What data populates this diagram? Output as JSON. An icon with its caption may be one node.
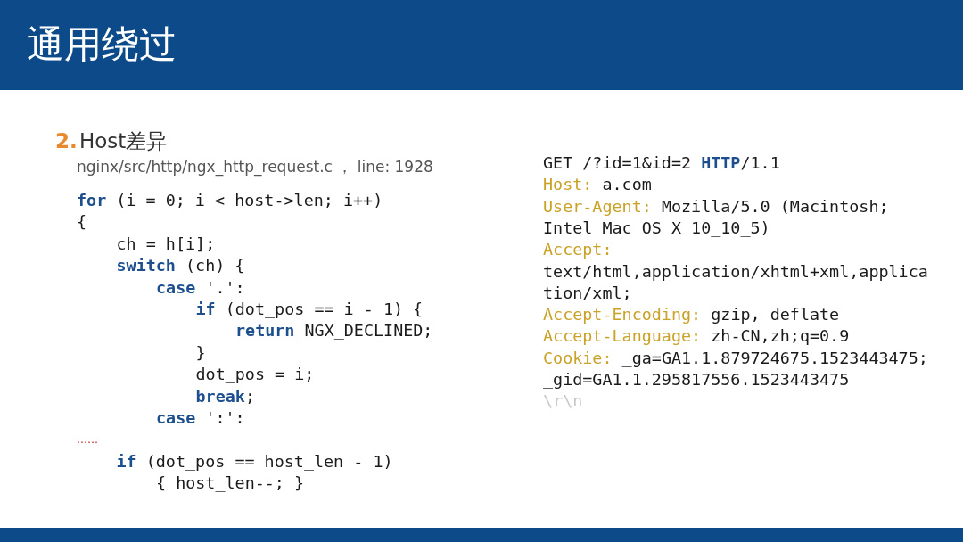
{
  "diagram": {
    "title": "通用绕过",
    "labels": [
      "2.",
      "Host差异",
      "nginx/src/http/ngx_http_request.c ， line: 1928",
      "**for** (i = 0; i < host->len; i++)",
      "{",
      "ch = h[i];",
      "**switch** (ch) {",
      "**case** '.':",
      "**if** (dot_pos == i - 1) {",
      "**return** NGX_DECLINED;",
      "}",
      "dot_pos = i;",
      "**break**;",
      "**case** ':':",
      "……",
      "**if** (dot_pos == host_len - 1)",
      "{ host_len--; }",
      "GET /?id=1&id=2 **HTTP**/1.1",
      "Host:",
      "a.com",
      "User-Agent:",
      "Mozilla/5.0 (Macintosh; Intel Mac OS X 10_10_5)",
      "Accept:",
      "text/html,application/xhtml+xml,application/xml;",
      "Accept-Encoding:",
      "gzip, deflate",
      "Accept-Language:",
      "zh-CN,zh;q=0.9",
      "Cookie:",
      "_ga=GA1.1.879724675.1523443475; _gid=GA1.1.295817556.1523443475",
      "\\r\\n"
    ]
  }
}
